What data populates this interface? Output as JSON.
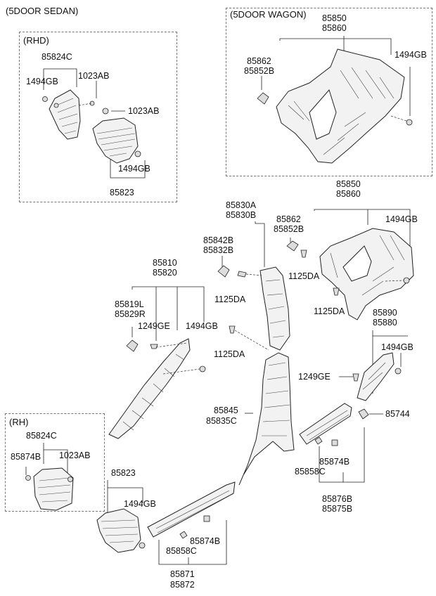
{
  "headers": {
    "sedan": "(5DOOR SEDAN)",
    "wagon": "(5DOOR WAGON)",
    "rhd": "(RHD)",
    "rh": "(RH)"
  },
  "labels": {
    "rhd_85824C": "85824C",
    "rhd_1494GB_a": "1494GB",
    "rhd_1023AB_a": "1023AB",
    "rhd_1023AB_b": "1023AB",
    "rhd_1494GB_b": "1494GB",
    "rhd_85823": "85823",
    "wg_85850": "85850",
    "wg_85860": "85860",
    "wg_85862": "85862",
    "wg_85852B": "85852B",
    "wg_1494GB": "1494GB",
    "m_85850": "85850",
    "m_85860": "85860",
    "m_85830A": "85830A",
    "m_85830B": "85830B",
    "m_85862": "85862",
    "m_85852B": "85852B",
    "m_1494GB_r": "1494GB",
    "m_85842B": "85842B",
    "m_85832B": "85832B",
    "m_1125DA_a": "1125DA",
    "m_1125DA_b": "1125DA",
    "m_1125DA_c": "1125DA",
    "m_1125DA_d": "1125DA",
    "m_85810": "85810",
    "m_85820": "85820",
    "m_85819L": "85819L",
    "m_85829R": "85829R",
    "m_1249GE_a": "1249GE",
    "m_1494GB_l": "1494GB",
    "m_85890": "85890",
    "m_85880": "85880",
    "m_1494GB_rr": "1494GB",
    "m_1249GE_b": "1249GE",
    "m_85845": "85845",
    "m_85835C": "85835C",
    "m_85744": "85744",
    "rh_85824C": "85824C",
    "rh_85874B": "85874B",
    "rh_1023AB": "1023AB",
    "b_85823": "85823",
    "b_1494GB": "1494GB",
    "b_85874B_l": "85874B",
    "b_85858C_l": "85858C",
    "b_85871": "85871",
    "b_85872": "85872",
    "b_85874B_r": "85874B",
    "b_85858C_r": "85858C",
    "b_85876B": "85876B",
    "b_85875B": "85875B"
  }
}
